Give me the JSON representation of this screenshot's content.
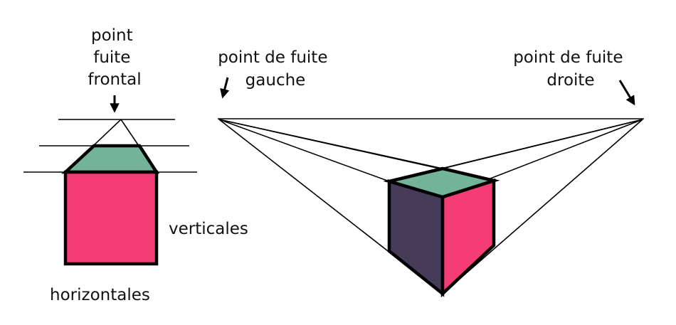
{
  "colors": {
    "face_top": "#72b39a",
    "face_front": "#f43d75",
    "face_side": "#463c5a",
    "stroke": "#000000"
  },
  "labels": {
    "frontal_vp": [
      "point",
      "fuite",
      "frontal"
    ],
    "left_vp": [
      "point de fuite",
      "gauche"
    ],
    "right_vp": [
      "point de fuite",
      "droite"
    ],
    "verticals": "verticales",
    "horizontals": "horizontales"
  },
  "icons": [
    "arrow-down-icon",
    "arrow-down-left-icon",
    "arrow-down-right-icon"
  ]
}
